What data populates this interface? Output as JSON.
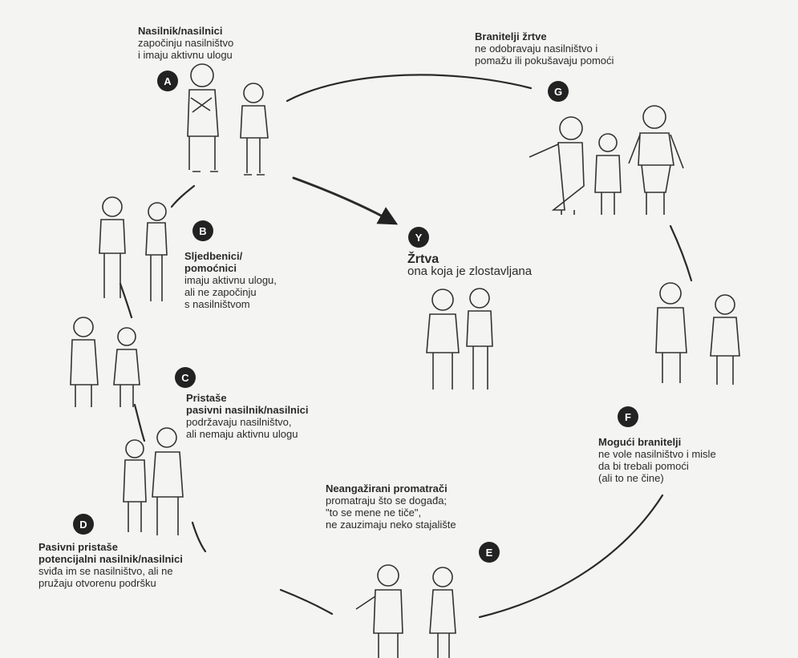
{
  "roles": {
    "A": {
      "badge": "A",
      "title": "Nasilnik/nasilnici",
      "lines": [
        "započinju nasilništvo",
        "i imaju aktivnu ulogu"
      ]
    },
    "B": {
      "badge": "B",
      "title_lines": [
        "Sljedbenici/",
        "pomoćnici"
      ],
      "lines": [
        "imaju aktivnu ulogu,",
        "ali ne započinju",
        "s nasilništvom"
      ]
    },
    "C": {
      "badge": "C",
      "title_lines": [
        "Pristaše",
        "pasivni nasilnik/nasilnici"
      ],
      "lines": [
        "podržavaju nasilništvo,",
        "ali nemaju aktivnu ulogu"
      ]
    },
    "D": {
      "badge": "D",
      "title_lines": [
        "Pasivni pristaše",
        "potencijalni nasilnik/nasilnici"
      ],
      "lines": [
        "sviđa im se nasilništvo, ali ne",
        "pružaju otvorenu podršku"
      ]
    },
    "E": {
      "badge": "E",
      "title": "Neangažirani promatrači",
      "lines": [
        "promatraju što se događa;",
        "\"to se mene ne tiče\",",
        "ne zauzimaju neko stajalište"
      ]
    },
    "F": {
      "badge": "F",
      "title": "Mogući branitelji",
      "lines": [
        "ne vole nasilništvo i misle",
        "da bi trebali pomoći",
        "(ali to ne čine)"
      ]
    },
    "G": {
      "badge": "G",
      "title": "Branitelji žrtve",
      "lines": [
        "ne odobravaju nasilništvo i",
        "pomažu ili pokušavaju pomoći"
      ]
    },
    "Y": {
      "badge": "Y",
      "title": "Žrtva",
      "lines": [
        "ona koja je zlostavljana"
      ]
    }
  },
  "colors": {
    "ink": "#2a2a2a",
    "badge": "#222222",
    "background": "#f4f4f2"
  }
}
